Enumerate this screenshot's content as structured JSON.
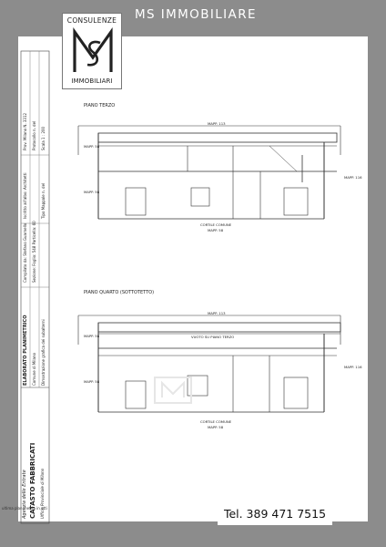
{
  "header": {
    "brand": "MS IMMOBILIARE"
  },
  "logo": {
    "top_text": "CONSULENZE",
    "bottom_text": "IMMOBILIARI"
  },
  "contact": {
    "phone": "Tel. 389 471 7515"
  },
  "floor_plans": [
    {
      "title": "PIANO TERZO",
      "labels": {
        "mapp_top": "MAPP. 113",
        "mapp_left_1": "MAPP. 58",
        "mapp_left_2": "MAPP. 58",
        "mapp_right": "MAPP. 116",
        "cortile": "CORTILE COMUNE",
        "mapp_bottom": "MAPP. 58"
      }
    },
    {
      "title": "PIANO QUARTO (SOTTOTETTO)",
      "labels": {
        "mapp_top": "MAPP. 113",
        "mapp_left_1": "MAPP. 58",
        "mapp_left_2": "MAPP. 58",
        "mapp_right": "MAPP. 116",
        "vuoto": "VUOTO SU PIANO TERZO",
        "cortile": "CORTILE COMUNE",
        "mapp_bottom": "MAPP. 58"
      }
    }
  ],
  "strip": {
    "title_1": "Agenzia delle Entrate",
    "title_2": "CATASTO FABBRICATI",
    "title_3": "Ufficio Provinciale di Milano",
    "row_1": "ELABORATO PLANIMETRICO",
    "row_2": "Comune di Milano",
    "row_3": "Dimostrazione grafica dei subalterni",
    "row_4": "Compilato da: Stefano Guarnello",
    "row_5": "Sezione:   Foglio: 548   Particella: 60",
    "row_6": "Iscritto all'albo: Architetti",
    "row_7": "Tipo Mappale n.   del",
    "row_8": "Prov. Milano    N. 3312",
    "row_9": "Protocollo n.   del",
    "row_10": "Scala 1 : 200"
  },
  "footnote": "ultima planimetria in atti"
}
